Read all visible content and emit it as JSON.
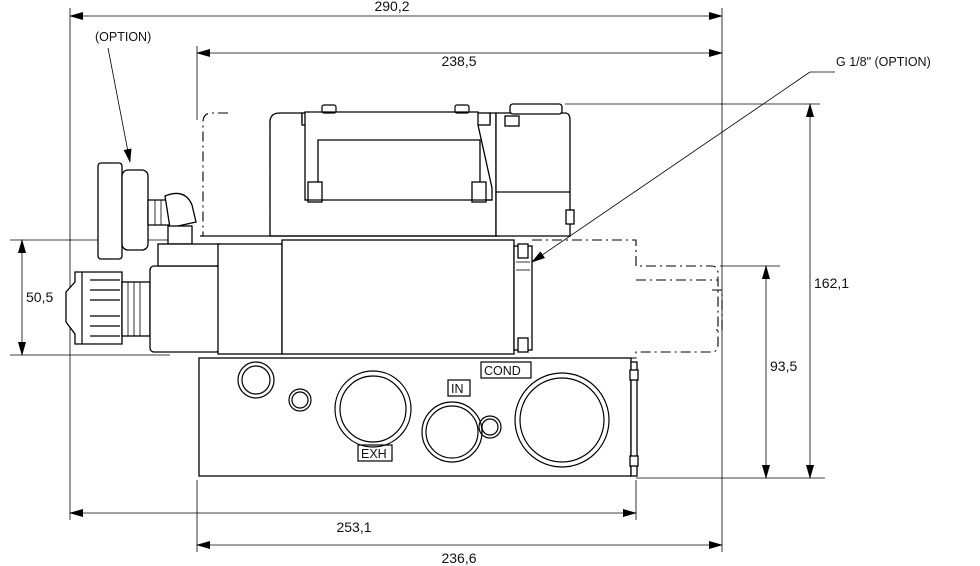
{
  "dimensions": {
    "overall_width": "290,2",
    "body_width": "238,5",
    "bottom_width": "253,1",
    "base_width": "236,6",
    "left_height": "50,5",
    "right_height_inner": "93,5",
    "right_height_outer": "162,1"
  },
  "callouts": {
    "option_top_left": "(OPTION)",
    "option_port": "G 1/8\" (OPTION)"
  },
  "port_labels": {
    "exhaust": "EXH",
    "inlet": "IN",
    "condensate": "COND"
  }
}
